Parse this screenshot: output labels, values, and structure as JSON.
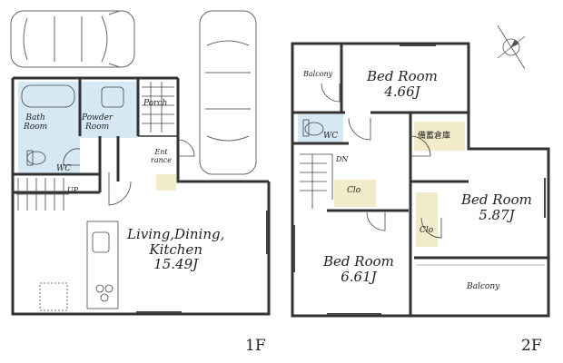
{
  "floor1": {
    "rooms": {
      "bath": "Bath\nRoom",
      "powder": "Powder\nRoom",
      "porch": "Porch",
      "wc": "WC",
      "entrance": "Ent\nrance",
      "ldk": "Living,Dining,\nKitchen\n15.49J",
      "up": "UP"
    },
    "label": "1F"
  },
  "floor2": {
    "rooms": {
      "balcony_top": "Balcony",
      "bed1": "Bed Room\n4.66J",
      "wc": "WC",
      "storage": "備蓄倉庫",
      "clo1": "Clo",
      "bed2": "Bed Room\n5.87J",
      "clo2": "Clo",
      "bed3": "Bed Room\n6.61J",
      "balcony_bottom": "Balcony",
      "dn": "DN"
    },
    "label": "2F"
  },
  "colors": {
    "wall": "#333333",
    "wet_area": "#d6e8f4",
    "closet": "#f3eccb",
    "balcony": "#ffffff",
    "car_outline": "#555555"
  },
  "icons": [
    "car-icon",
    "compass-icon",
    "door-swing-icon",
    "toilet-icon",
    "bathtub-icon",
    "sink-icon",
    "stove-icon",
    "stair-icon"
  ]
}
